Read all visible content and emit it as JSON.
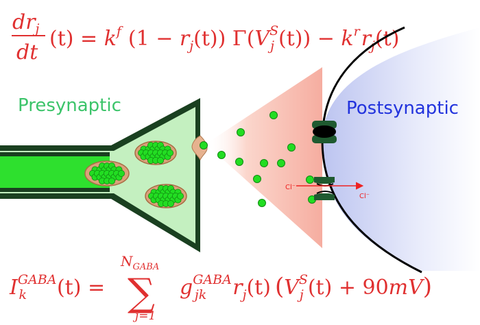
{
  "colors": {
    "equation": "#e03030",
    "presynaptic": "#3cc46a",
    "postsynaptic": "#2233dd",
    "terminal_fill": "#c4f0c0",
    "axon_dark": "#1a4020",
    "axon_fill": "#2ee02e",
    "vesicle": "#d9a27a",
    "transmitter": "#22dd22",
    "receptor": "#1f5a30",
    "chloride": "#ee2222"
  },
  "labels": {
    "presynaptic": "Presynaptic",
    "postsynaptic": "Postsynaptic",
    "ion_inside": "Cl⁻",
    "ion_outside": "Cl⁻"
  },
  "top_equation": {
    "frac_num": "dr",
    "frac_num_sub": "j",
    "frac_den": "dt",
    "t_arg": "(t) = ",
    "k": "k",
    "k_sup": "f",
    "open": "(1 − ",
    "r": "r",
    "r_sub": "j",
    "r_arg": "(t)) Γ(",
    "V": "V",
    "V_sup": "S",
    "V_sub": "j",
    "V_arg": "(t)) − ",
    "k2": "k",
    "k2_sup": "r",
    "r2": "r",
    "r2_sub": "j",
    "r2_arg": "(t)"
  },
  "bottom_equation": {
    "I": "I",
    "I_sup": "GABA",
    "I_sub": "k",
    "I_arg": "(t) =",
    "sum_upper": "N",
    "sum_upper_sub": "GABA",
    "sum_symbol": "∑",
    "sum_lower": "j=1",
    "g": "g",
    "g_sup": "GABA",
    "g_sub": "jk",
    "r": "r",
    "r_sub": "j",
    "r_arg": "(t)",
    "paren_open": "(",
    "V": "V",
    "V_sup": "S",
    "V_sub": "j",
    "V_arg": "(t) + 90",
    "unit": "mV",
    "paren_close": ")"
  }
}
